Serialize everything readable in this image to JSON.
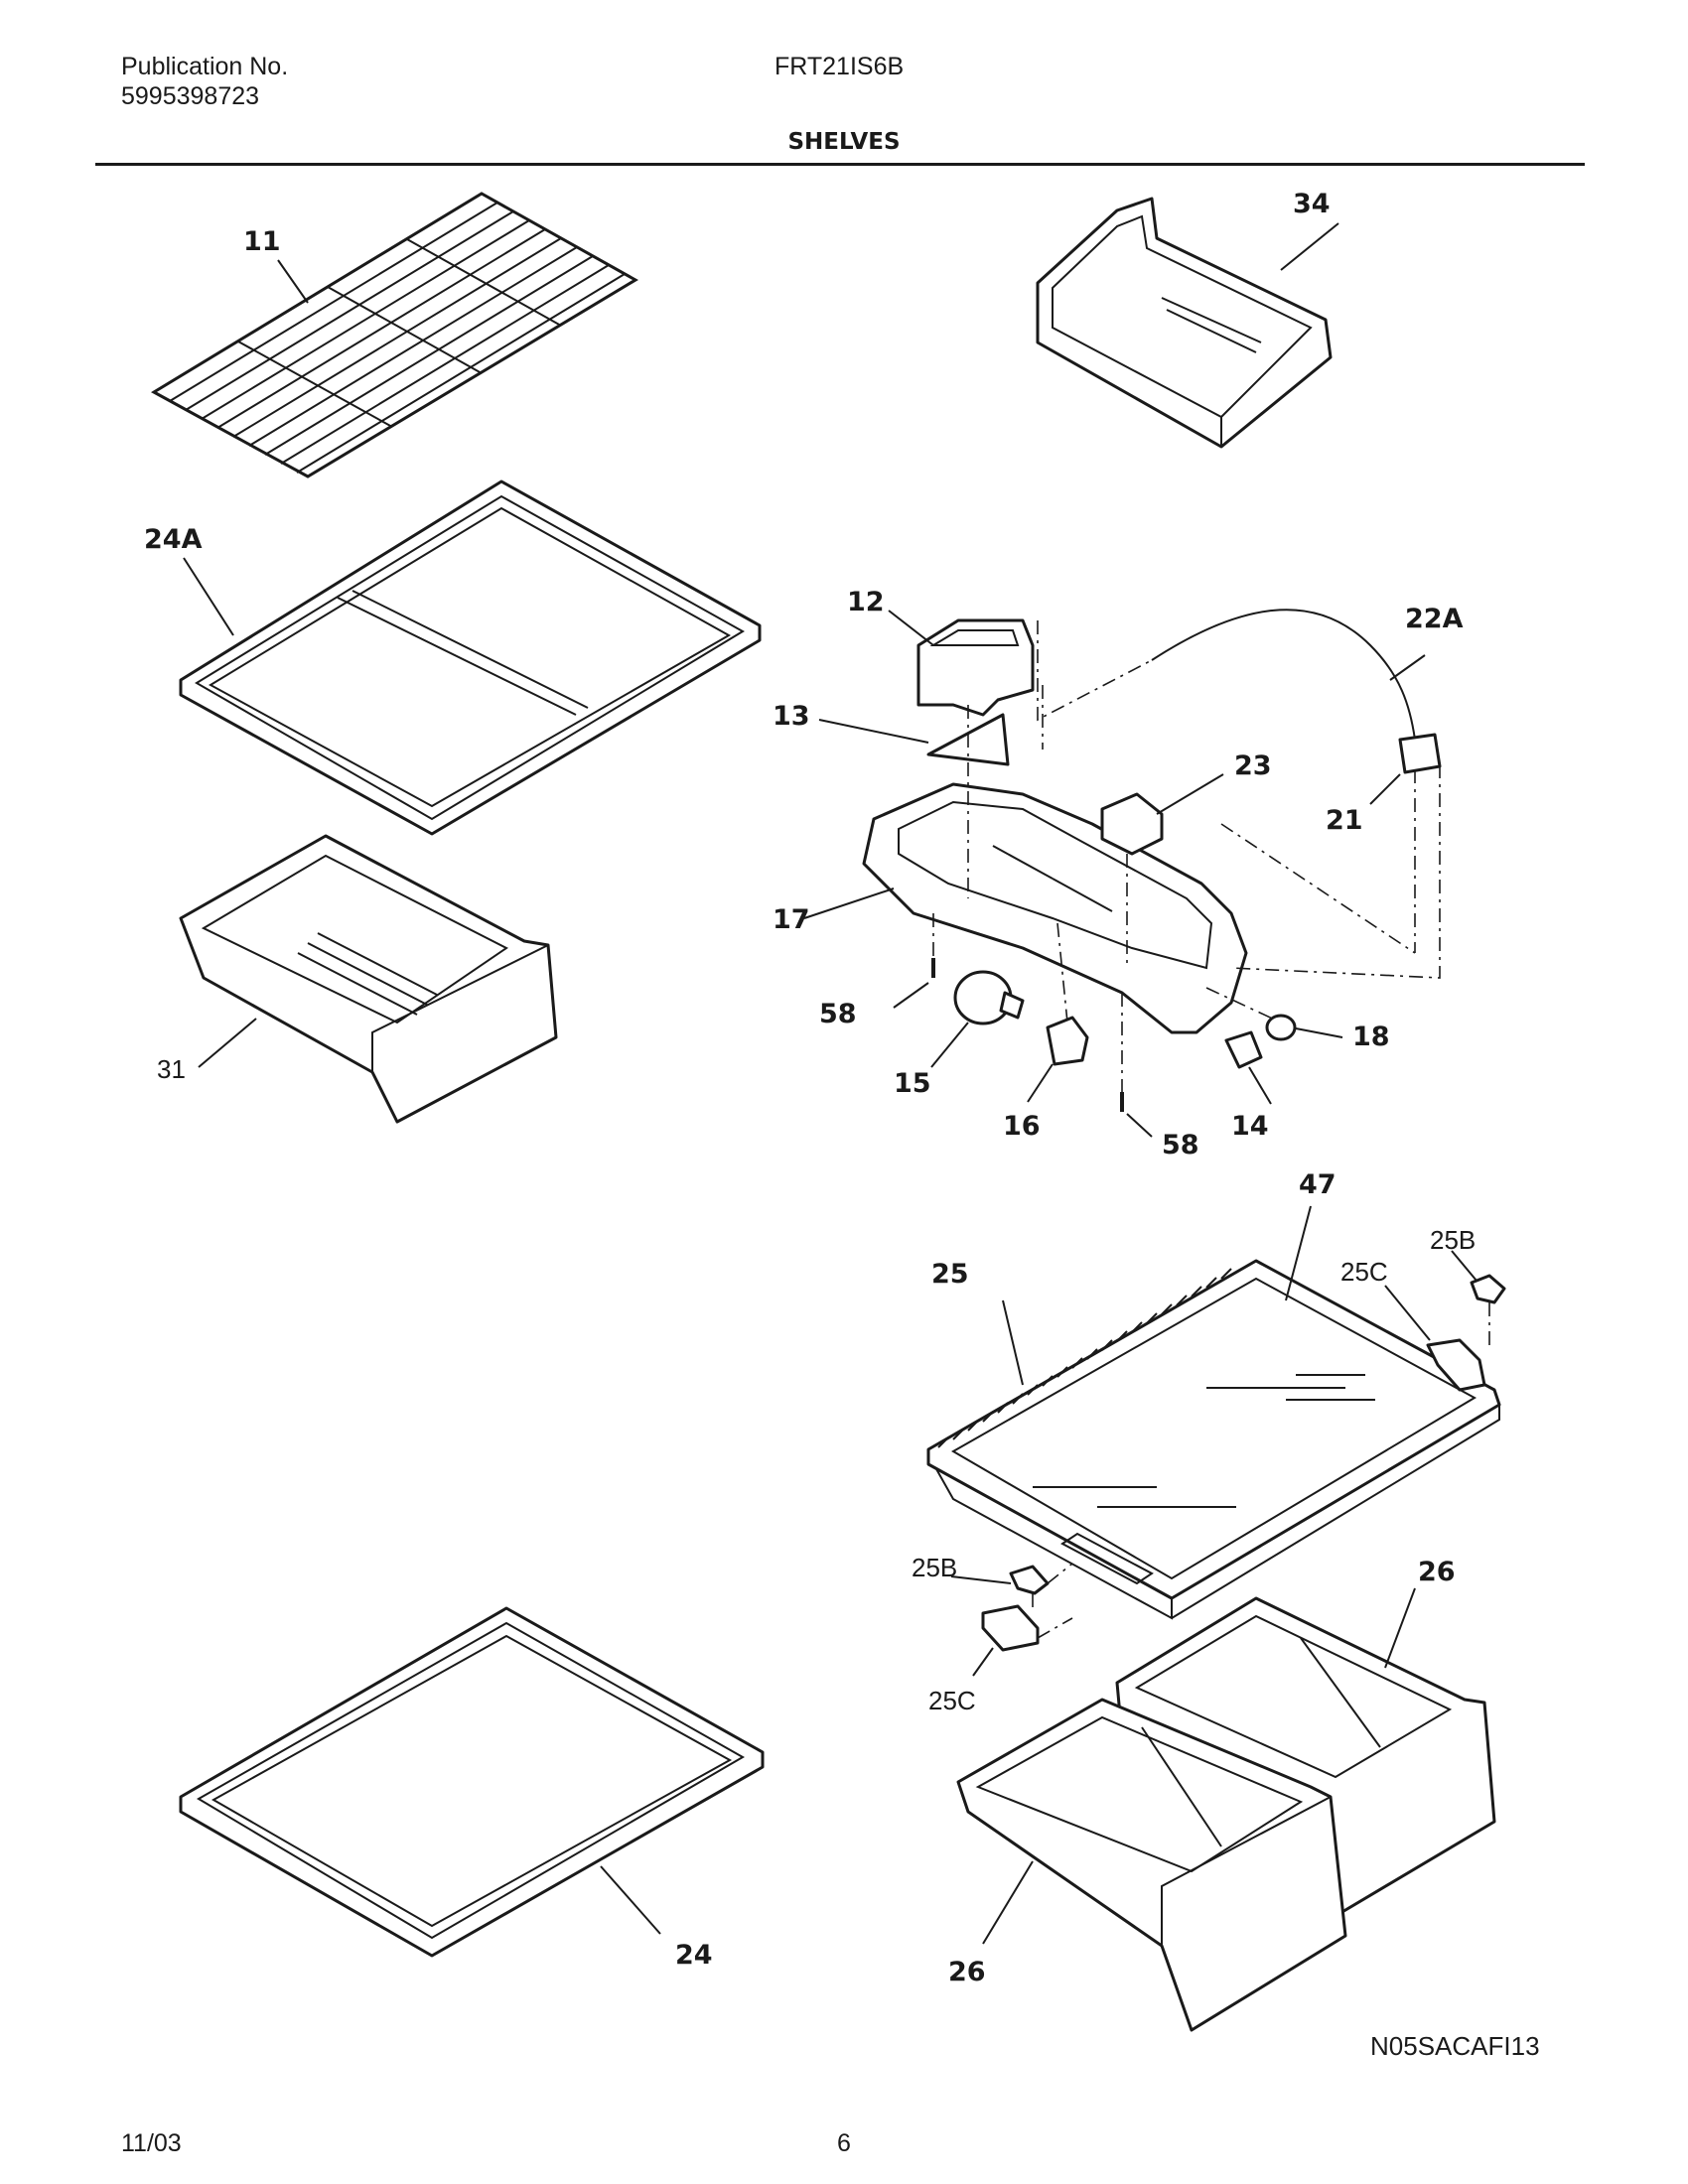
{
  "header": {
    "publication_label": "Publication No.",
    "publication_number": "5995398723",
    "model": "FRT21IS6B",
    "section_title": "SHELVES"
  },
  "callouts": {
    "p11": "11",
    "p34": "34",
    "p24A": "24A",
    "p12": "12",
    "p22A": "22A",
    "p13": "13",
    "p23": "23",
    "p21": "21",
    "p17": "17",
    "p58a": "58",
    "p18": "18",
    "p15": "15",
    "p16": "16",
    "p14": "14",
    "p58b": "58",
    "p31": "31",
    "p47": "47",
    "p25B_top": "25B",
    "p25C_top": "25C",
    "p25": "25",
    "p25B_bottom": "25B",
    "p25C_bottom": "25C",
    "p26_top": "26",
    "p26_bottom": "26",
    "p24": "24"
  },
  "diagram_code": "N05SACAFI13",
  "footer": {
    "date": "11/03",
    "page": "6"
  }
}
